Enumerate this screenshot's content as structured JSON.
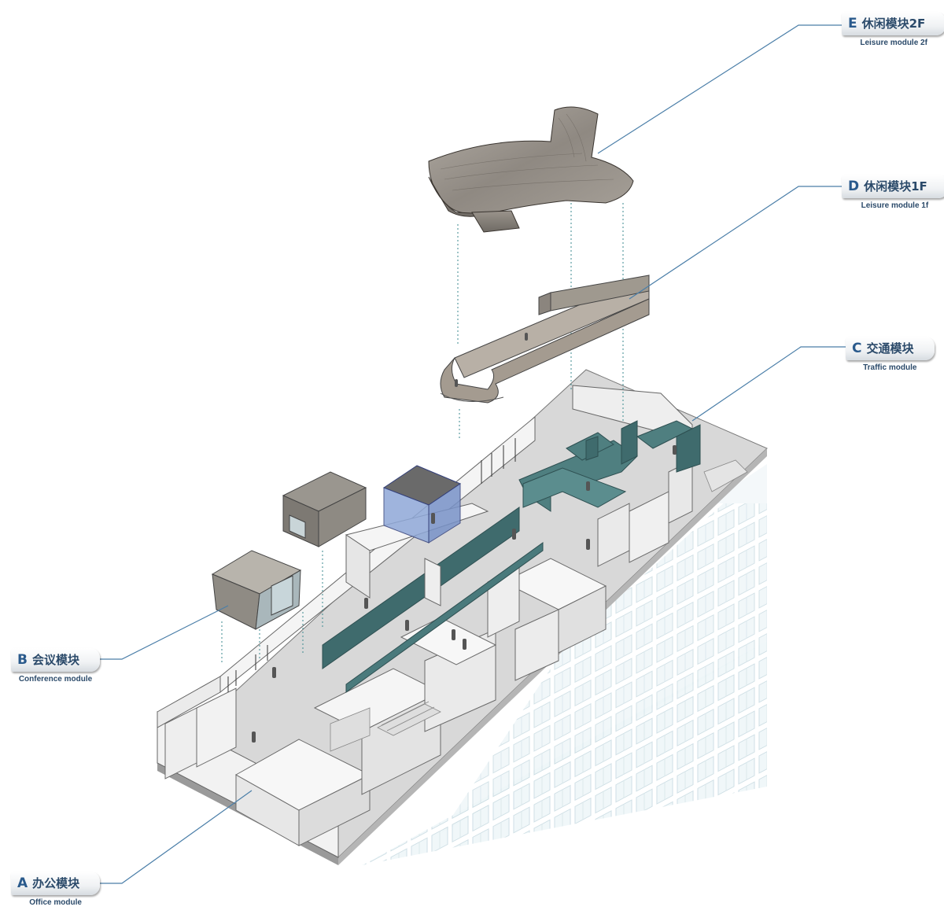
{
  "modules": [
    {
      "key": "E",
      "letter": "E",
      "name_cn": "休闲模块2F",
      "name_en": "Leisure module 2f"
    },
    {
      "key": "D",
      "letter": "D",
      "name_cn": "休闲模块1F",
      "name_en": "Leisure module 1f"
    },
    {
      "key": "C",
      "letter": "C",
      "name_cn": "交通模块",
      "name_en": "Traffic module"
    },
    {
      "key": "B",
      "letter": "B",
      "name_cn": "会议模块",
      "name_en": "Conference module"
    },
    {
      "key": "A",
      "letter": "A",
      "name_cn": "办公模块",
      "name_en": "Office module"
    }
  ],
  "colors": {
    "label_blue": "#2a5a8c",
    "leader_line": "#4a7ea8",
    "teal": "#3f6b6d",
    "wood": "#9a948c",
    "wall": "#f2f2f2",
    "floor": "#c9c9c9",
    "glass": "#8fa8d8"
  }
}
